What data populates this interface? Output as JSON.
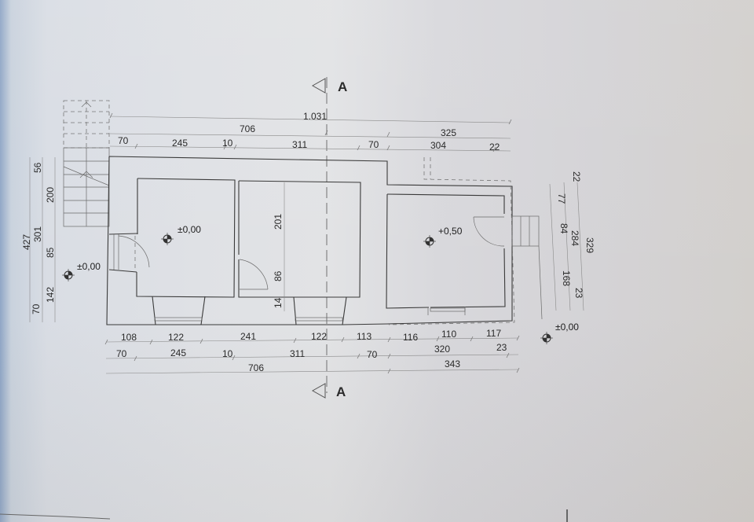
{
  "drawing": {
    "type": "architectural floor plan",
    "section_marker": {
      "label": "A",
      "top_position": "top",
      "bottom_position": "bottom"
    },
    "top_dimensions": {
      "overall": "1.031",
      "row2": [
        "706",
        "325"
      ],
      "row3": [
        "70",
        "245",
        "10",
        "311",
        "70",
        "304",
        "22"
      ]
    },
    "bottom_dimensions": {
      "row1": [
        "108",
        "122",
        "241",
        "122",
        "113",
        "116",
        "110",
        "117"
      ],
      "row2": [
        "70",
        "245",
        "10",
        "311",
        "70",
        "320",
        "23"
      ],
      "row3": [
        "706",
        "343"
      ]
    },
    "left_dimensions": {
      "outer": [
        "427"
      ],
      "middle": [
        "301",
        "70"
      ],
      "inner": [
        "56",
        "200",
        "85",
        "142"
      ]
    },
    "right_dimensions": {
      "inner": [
        "22",
        "77",
        "84",
        "168"
      ],
      "middle": [
        "284",
        "23"
      ],
      "outer": [
        "329"
      ]
    },
    "interior_dimensions": [
      "201",
      "86",
      "14"
    ],
    "levels": {
      "room1": "±0,00",
      "entrance": "±0,00",
      "room3": "+0,50",
      "exterior_right": "±0,00"
    },
    "icons": [
      "level-marker-icon",
      "section-arrow-icon",
      "door-swing-icon",
      "stair-icon",
      "window-icon"
    ],
    "colors": {
      "line": "#3a3a3a",
      "paper": "#e0e1e4",
      "text": "#2a2a2a"
    }
  }
}
